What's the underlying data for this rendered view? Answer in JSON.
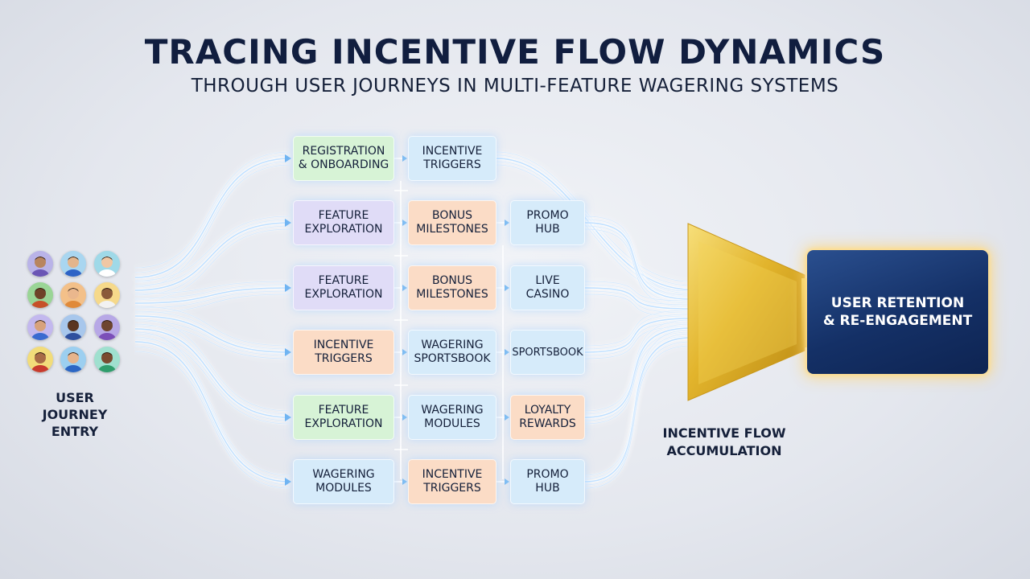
{
  "title": "TRACING INCENTIVE FLOW DYNAMICS",
  "subtitle": "THROUGH USER JOURNEYS IN MULTI-FEATURE WAGERING SYSTEMS",
  "entry_label": "USER\nJOURNEY\nENTRY",
  "accumulation_label": "INCENTIVE FLOW\nACCUMULATION",
  "outcome_label": "USER RETENTION\n& RE-ENGAGEMENT",
  "colors": {
    "green": "#d7f3d6",
    "blue": "#d6ebfa",
    "purple": "#e0dcf7",
    "orange": "#fbdcc6",
    "outcome": "#143066",
    "funnel": "#e2b42c",
    "flow": "#9fd0ff"
  },
  "users": [
    {
      "icon": "user-avatar-icon",
      "skin": "#b88560",
      "shirt": "#6a55b5",
      "bg": "#b9b3e8"
    },
    {
      "icon": "user-avatar-icon",
      "skin": "#e3b58c",
      "shirt": "#2e63c6",
      "bg": "#a9d6f0"
    },
    {
      "icon": "user-avatar-icon",
      "skin": "#f0c7a4",
      "shirt": "#ffffff",
      "bg": "#9fd9e8"
    },
    {
      "icon": "user-avatar-icon",
      "skin": "#6e4328",
      "shirt": "#c65028",
      "bg": "#9ad596"
    },
    {
      "icon": "user-avatar-icon",
      "skin": "#eab78d",
      "shirt": "#e08a3a",
      "bg": "#f3c089"
    },
    {
      "icon": "user-avatar-icon",
      "skin": "#8a5a3a",
      "shirt": "#f2f2f2",
      "bg": "#f6d98a"
    },
    {
      "icon": "user-avatar-icon",
      "skin": "#d7a27c",
      "shirt": "#3a6ad0",
      "bg": "#c3b8ee"
    },
    {
      "icon": "user-avatar-icon",
      "skin": "#5a3622",
      "shirt": "#2e4f9e",
      "bg": "#a8c7ec"
    },
    {
      "icon": "user-avatar-icon",
      "skin": "#6e4530",
      "shirt": "#7b4fb8",
      "bg": "#b7a8e6"
    },
    {
      "icon": "user-avatar-icon",
      "skin": "#a86b46",
      "shirt": "#c83a2e",
      "bg": "#f2dc7a"
    },
    {
      "icon": "user-avatar-icon",
      "skin": "#e6b48c",
      "shirt": "#2c66c4",
      "bg": "#9ccff0"
    },
    {
      "icon": "user-avatar-icon",
      "skin": "#7a4a30",
      "shirt": "#2f9d6c",
      "bg": "#9fe0cf"
    }
  ],
  "rows": [
    {
      "nodes": [
        {
          "label": "REGISTRATION\n& ONBOARDING",
          "color": "green"
        },
        {
          "label": "INCENTIVE\nTRIGGERS",
          "color": "blue"
        }
      ]
    },
    {
      "nodes": [
        {
          "label": "FEATURE\nEXPLORATION",
          "color": "purple"
        },
        {
          "label": "BONUS\nMILESTONES",
          "color": "orange"
        },
        {
          "label": "PROMO\nHUB",
          "color": "blue"
        }
      ]
    },
    {
      "nodes": [
        {
          "label": "FEATURE\nEXPLORATION",
          "color": "purple"
        },
        {
          "label": "BONUS\nMILESTONES",
          "color": "orange"
        },
        {
          "label": "LIVE\nCASINO",
          "color": "blue"
        }
      ]
    },
    {
      "nodes": [
        {
          "label": "INCENTIVE\nTRIGGERS",
          "color": "orange"
        },
        {
          "label": "WAGERING\nSPORTSBOOK",
          "color": "blue"
        },
        {
          "label": "SPORTSBOOK",
          "color": "blue"
        }
      ]
    },
    {
      "nodes": [
        {
          "label": "FEATURE\nEXPLORATION",
          "color": "green"
        },
        {
          "label": "WAGERING\nMODULES",
          "color": "blue"
        },
        {
          "label": "LOYALTY\nREWARDS",
          "color": "orange"
        }
      ]
    },
    {
      "nodes": [
        {
          "label": "WAGERING\nMODULES",
          "color": "blue"
        },
        {
          "label": "INCENTIVE\nTRIGGERS",
          "color": "orange"
        },
        {
          "label": "PROMO\nHUB",
          "color": "blue"
        }
      ]
    }
  ]
}
